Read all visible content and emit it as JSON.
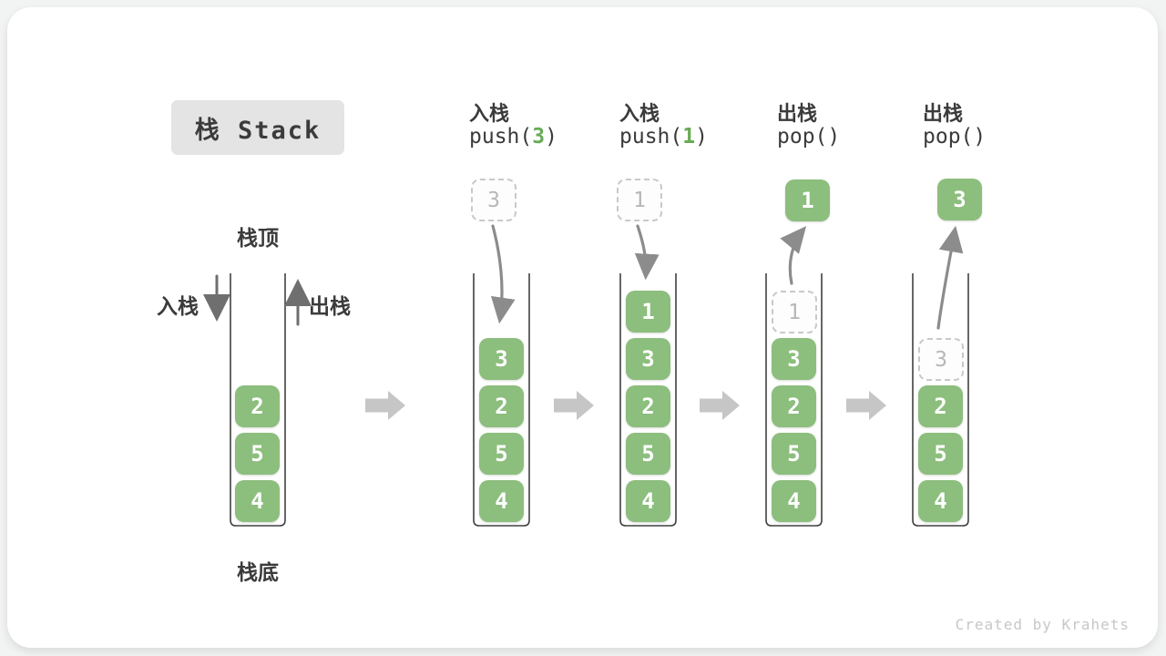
{
  "title": "栈 Stack",
  "watermark": "Created by Krahets",
  "diagram": {
    "stack_top_label": "栈顶",
    "stack_bottom_label": "栈底",
    "push_side_label": "入栈",
    "pop_side_label": "出栈"
  },
  "colors": {
    "block-green": "#8cbe7d",
    "arg-green": "#68ab57",
    "text-dark": "#3b3b3b",
    "ghost-border": "#c9c9c9",
    "ghost-text": "#b7b7b7",
    "flow-arrow": "#c6c6c6",
    "curve-arrow": "#8c8c8c",
    "side-arrow": "#6f6f6f",
    "outline": "#414141",
    "title-bg": "#e4e4e4",
    "watermark-gray": "#c7c7c7"
  },
  "columns": [
    {
      "name": "initial",
      "items": [
        {
          "v": "2"
        },
        {
          "v": "5"
        },
        {
          "v": "4"
        }
      ]
    },
    {
      "name": "push-3",
      "op_label": "入栈",
      "code_pre": "push(",
      "code_arg": "3",
      "code_post": ")",
      "staged_value": "3",
      "items": [
        {
          "v": "3"
        },
        {
          "v": "2"
        },
        {
          "v": "5"
        },
        {
          "v": "4"
        }
      ]
    },
    {
      "name": "push-1",
      "op_label": "入栈",
      "code_pre": "push(",
      "code_arg": "1",
      "code_post": ")",
      "staged_value": "1",
      "items": [
        {
          "v": "1"
        },
        {
          "v": "3"
        },
        {
          "v": "2"
        },
        {
          "v": "5"
        },
        {
          "v": "4"
        }
      ]
    },
    {
      "name": "pop-1",
      "op_label": "出栈",
      "code_pre": "pop(",
      "code_arg": "",
      "code_post": ")",
      "popped_value": "1",
      "items": [
        {
          "v": "1",
          "ghost": true
        },
        {
          "v": "3"
        },
        {
          "v": "2"
        },
        {
          "v": "5"
        },
        {
          "v": "4"
        }
      ]
    },
    {
      "name": "pop-2",
      "op_label": "出栈",
      "code_pre": "pop(",
      "code_arg": "",
      "code_post": ")",
      "popped_value": "3",
      "items": [
        {
          "v": "3",
          "ghost": true
        },
        {
          "v": "2"
        },
        {
          "v": "5"
        },
        {
          "v": "4"
        }
      ]
    }
  ]
}
